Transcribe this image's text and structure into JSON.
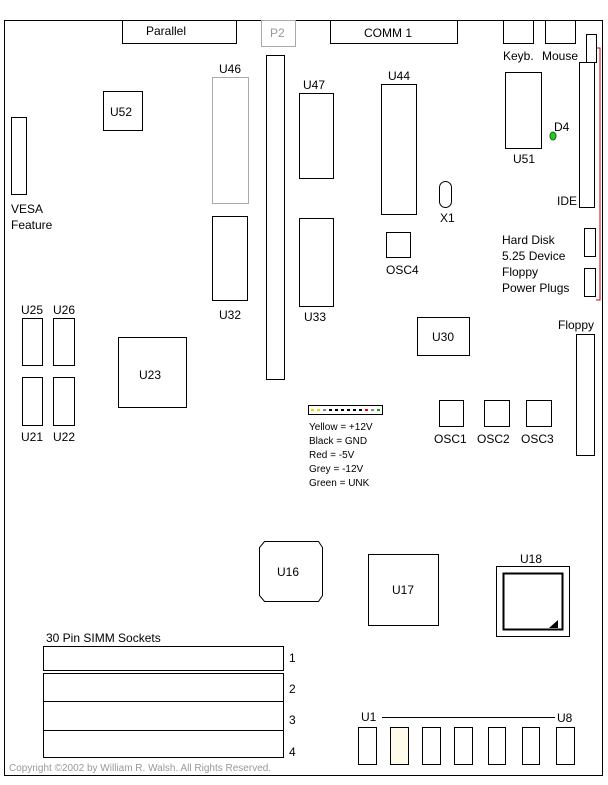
{
  "ports": {
    "parallel": "Parallel",
    "p2": "P2",
    "comm1": "COMM 1",
    "keyb": "Keyb.",
    "mouse": "Mouse"
  },
  "chips": {
    "u46": "U46",
    "u52": "U52",
    "u47": "U47",
    "u44": "U44",
    "u51": "U51",
    "d4": "D4",
    "u32": "U32",
    "u33": "U33",
    "x1": "X1",
    "osc4": "OSC4",
    "u30": "U30",
    "u25": "U25",
    "u26": "U26",
    "u21": "U21",
    "u22": "U22",
    "u23": "U23",
    "osc1": "OSC1",
    "osc2": "OSC2",
    "osc3": "OSC3",
    "u16": "U16",
    "u17": "U17",
    "u18": "U18",
    "u1": "U1",
    "u8": "U8"
  },
  "labels": {
    "vesa_line1": "VESA",
    "vesa_line2": "Feature",
    "ide": "IDE",
    "hard_disk": "Hard Disk",
    "device_525": "5.25 Device",
    "floppy_plug": "Floppy",
    "power_plugs": "Power Plugs",
    "floppy": "Floppy",
    "simm_title": "30 Pin SIMM Sockets",
    "copyright": "Copyright ©2002 by William R. Walsh. All Rights Reserved."
  },
  "power_legend": [
    {
      "text": "Yellow = +12V",
      "color": "#ffff00"
    },
    {
      "text": "Black = GND",
      "color": "#000000"
    },
    {
      "text": "Red = -5V",
      "color": "#ff0000"
    },
    {
      "text": "Grey = -12V",
      "color": "#808080"
    },
    {
      "text": "Green = UNK",
      "color": "#00aa00"
    }
  ],
  "simm_sockets": [
    {
      "num": "1"
    },
    {
      "num": "2"
    },
    {
      "num": "3"
    },
    {
      "num": "4"
    }
  ]
}
